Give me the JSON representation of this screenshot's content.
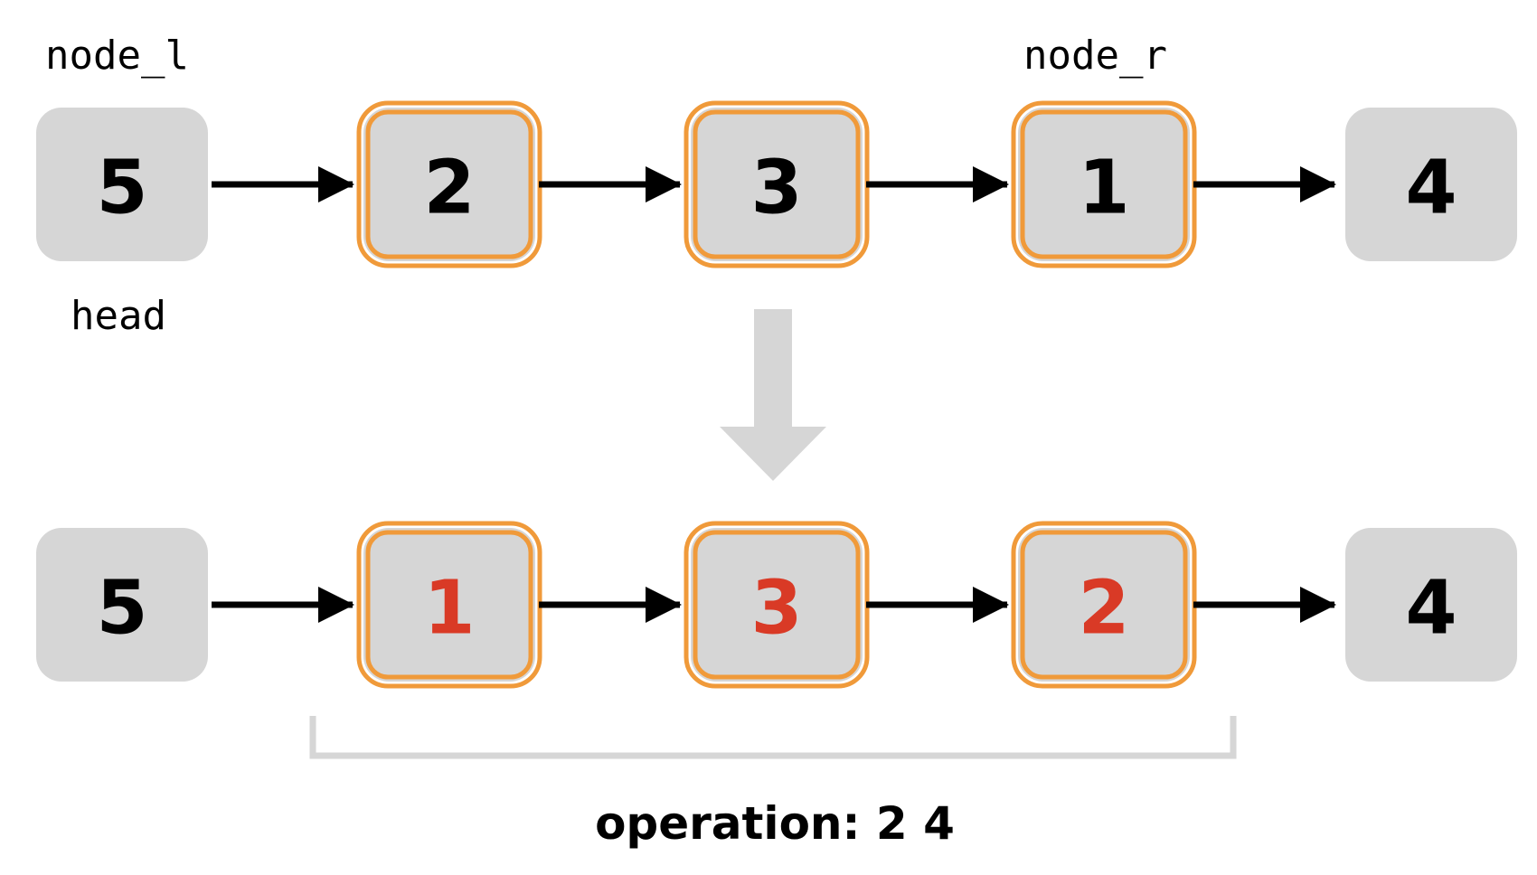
{
  "colors": {
    "node_fill": "#d6d6d6",
    "highlight_border": "#f09a3a",
    "changed_text": "#d93a26",
    "normal_text": "#000000",
    "arrow": "#000000",
    "transition_arrow": "#d6d6d6",
    "bracket": "#d6d6d6"
  },
  "labels": {
    "node_l": "node_l",
    "node_r": "node_r",
    "head": "head",
    "operation": "operation: 2 4"
  },
  "before": [
    {
      "value": "5",
      "highlighted": false,
      "changed": false
    },
    {
      "value": "2",
      "highlighted": true,
      "changed": false
    },
    {
      "value": "3",
      "highlighted": true,
      "changed": false
    },
    {
      "value": "1",
      "highlighted": true,
      "changed": false
    },
    {
      "value": "4",
      "highlighted": false,
      "changed": false
    }
  ],
  "after": [
    {
      "value": "5",
      "highlighted": false,
      "changed": false
    },
    {
      "value": "1",
      "highlighted": true,
      "changed": true
    },
    {
      "value": "3",
      "highlighted": true,
      "changed": true
    },
    {
      "value": "2",
      "highlighted": true,
      "changed": true
    },
    {
      "value": "4",
      "highlighted": false,
      "changed": false
    }
  ]
}
